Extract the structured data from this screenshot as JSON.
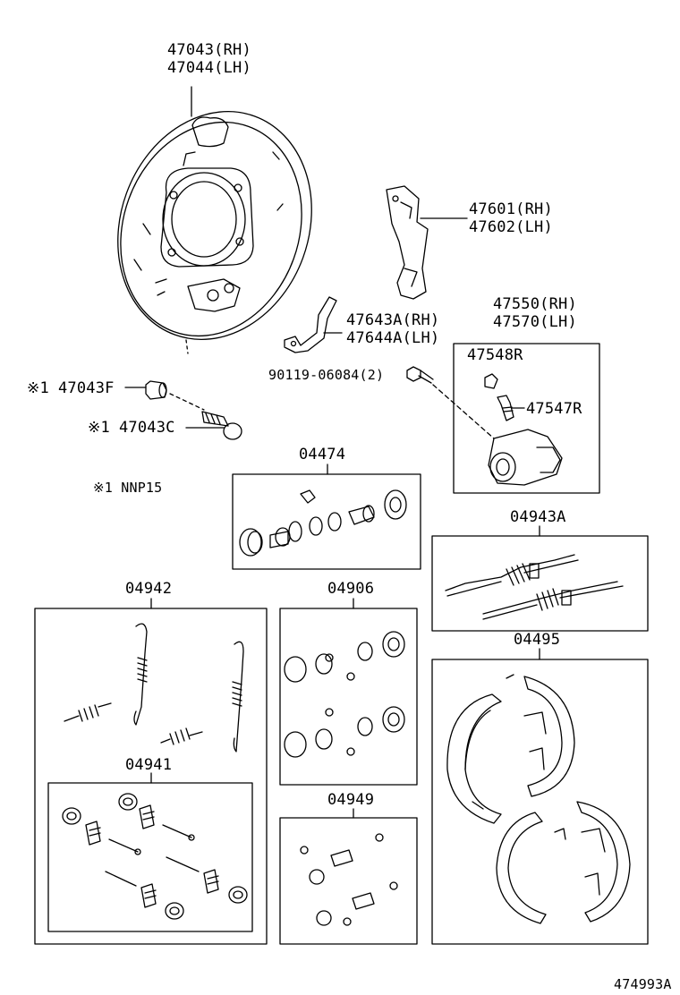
{
  "labels": {
    "backing_plate_rh": "47043(RH)",
    "backing_plate_lh": "47044(LH)",
    "lever_rh": "47601(RH)",
    "lever_lh": "47602(LH)",
    "cylinder_rh": "47550(RH)",
    "cylinder_lh": "47570(LH)",
    "bracket_rh": "47643A(RH)",
    "bracket_lh": "47644A(LH)",
    "bolt": "90119-06084(2)",
    "bleeder_cap": "47548R",
    "bleeder_plug": "47547R",
    "nut_mark": "※1",
    "nut": "47043F",
    "stud_mark": "※1",
    "stud": "47043C",
    "note": "※1 NNP15",
    "kit_04474": "04474",
    "kit_04942": "04942",
    "kit_04906": "04906",
    "kit_04943a": "04943A",
    "kit_04495": "04495",
    "kit_04941": "04941",
    "kit_04949": "04949",
    "figure_id": "474993A"
  }
}
